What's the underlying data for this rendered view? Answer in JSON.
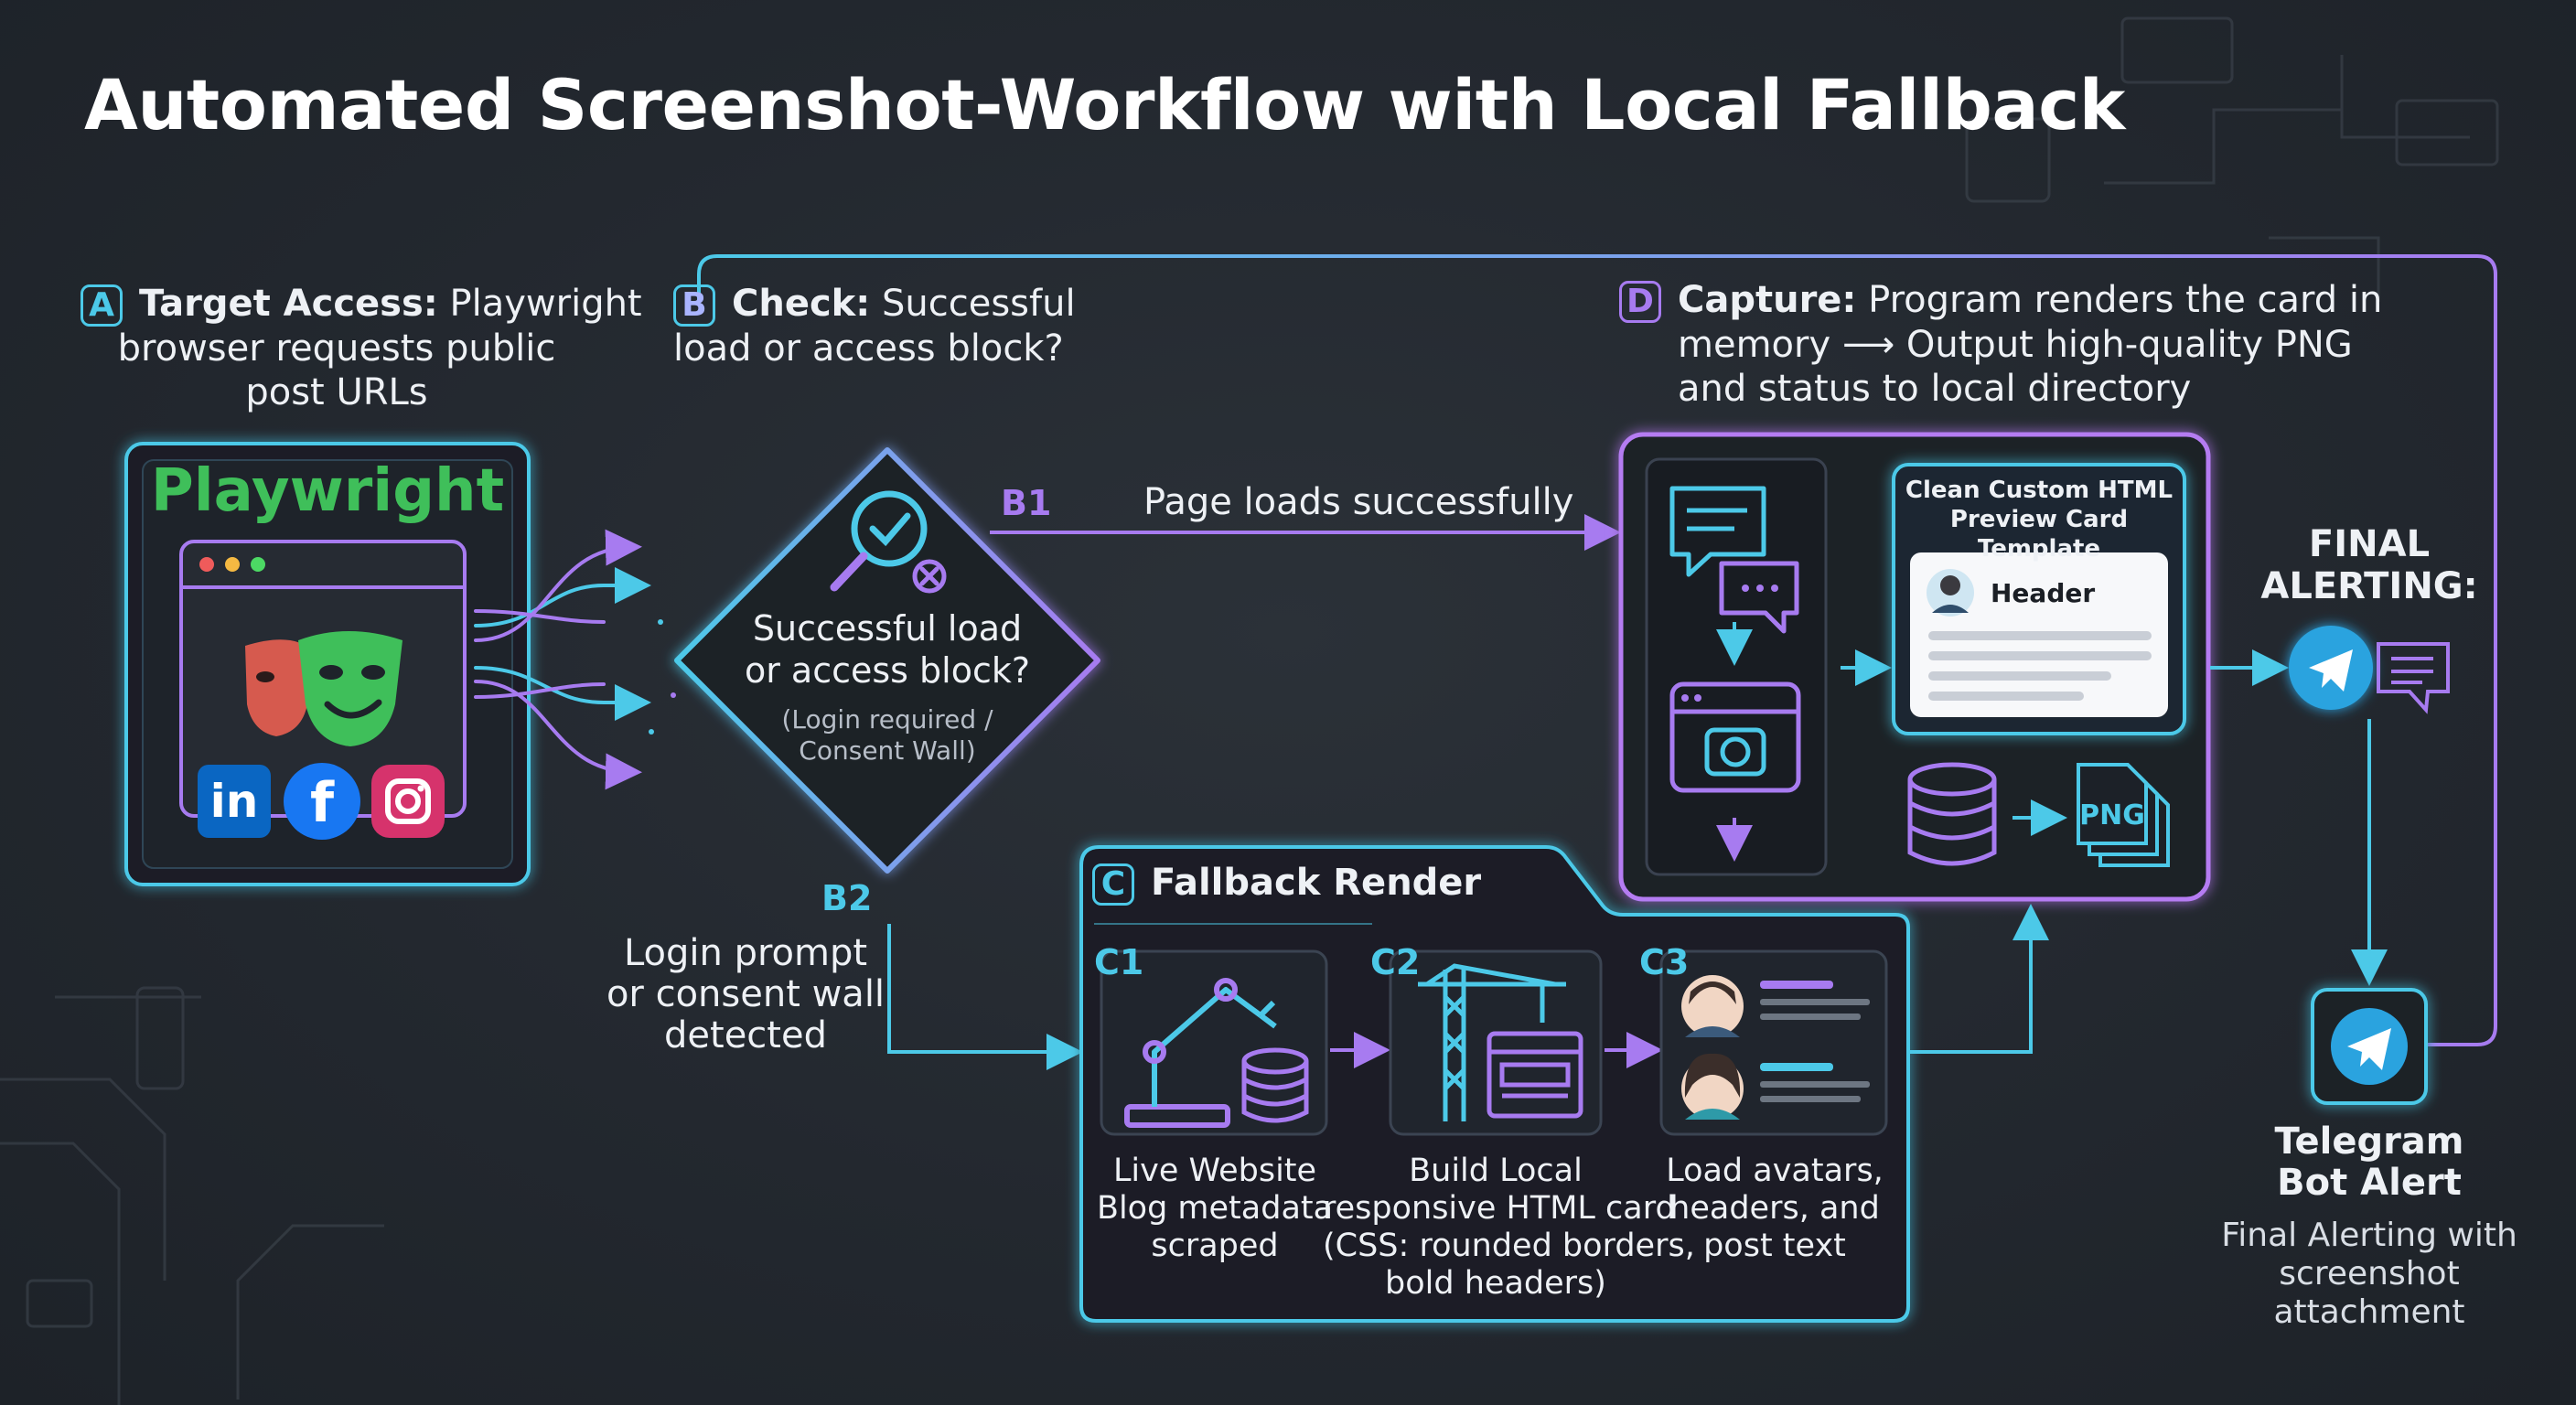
{
  "title": "Automated Screenshot-Workflow with Local Fallback",
  "steps": {
    "a": {
      "badge": "A",
      "bold": "Target Access:",
      "text1": "Playwright",
      "text2": "browser requests public",
      "text3": "post URLs"
    },
    "b": {
      "badge": "B",
      "bold": "Check:",
      "text1": "Successful",
      "text2": "load or access block?"
    },
    "d": {
      "badge": "D",
      "bold": "Capture:",
      "text1": "Program renders the card in",
      "text2": "memory ⟶ Output high-quality PNG",
      "text3": "and status to local directory"
    }
  },
  "playwright": {
    "logo": "Playwright",
    "social": [
      "in",
      "f",
      "instagram"
    ]
  },
  "decision": {
    "line1": "Successful load",
    "line2": "or access block?",
    "sub1": "(Login required /",
    "sub2": "Consent Wall)"
  },
  "branches": {
    "b1": {
      "label": "B1",
      "text": "Page loads successfully"
    },
    "b2": {
      "label": "B2",
      "line1": "Login prompt",
      "line2": "or consent wall",
      "line3": "detected"
    }
  },
  "capture": {
    "card_title1": "Clean Custom HTML",
    "card_title2": "Preview Card Template",
    "card_header": "Header",
    "png_label": "PNG"
  },
  "fallback": {
    "badge": "C",
    "title": "Fallback Render",
    "c1": {
      "label": "C1",
      "line1": "Live Website",
      "line2": "Blog metadata",
      "line3": "scraped"
    },
    "c2": {
      "label": "C2",
      "line1": "Build Local",
      "line2": "responsive HTML card",
      "line3": "(CSS: rounded borders,",
      "line4": "bold headers)"
    },
    "c3": {
      "label": "C3",
      "line1": "Load avatars,",
      "line2": "headers, and",
      "line3": "post text"
    }
  },
  "alerting": {
    "heading1": "FINAL",
    "heading2": "ALERTING:",
    "bot1": "Telegram",
    "bot2": "Bot Alert",
    "desc1": "Final Alerting with",
    "desc2": "screenshot",
    "desc3": "attachment"
  },
  "colors": {
    "cyan": "#4cc9e8",
    "purple": "#a77bf0",
    "green": "#3fbf5a",
    "telegram": "#2aa3df"
  }
}
